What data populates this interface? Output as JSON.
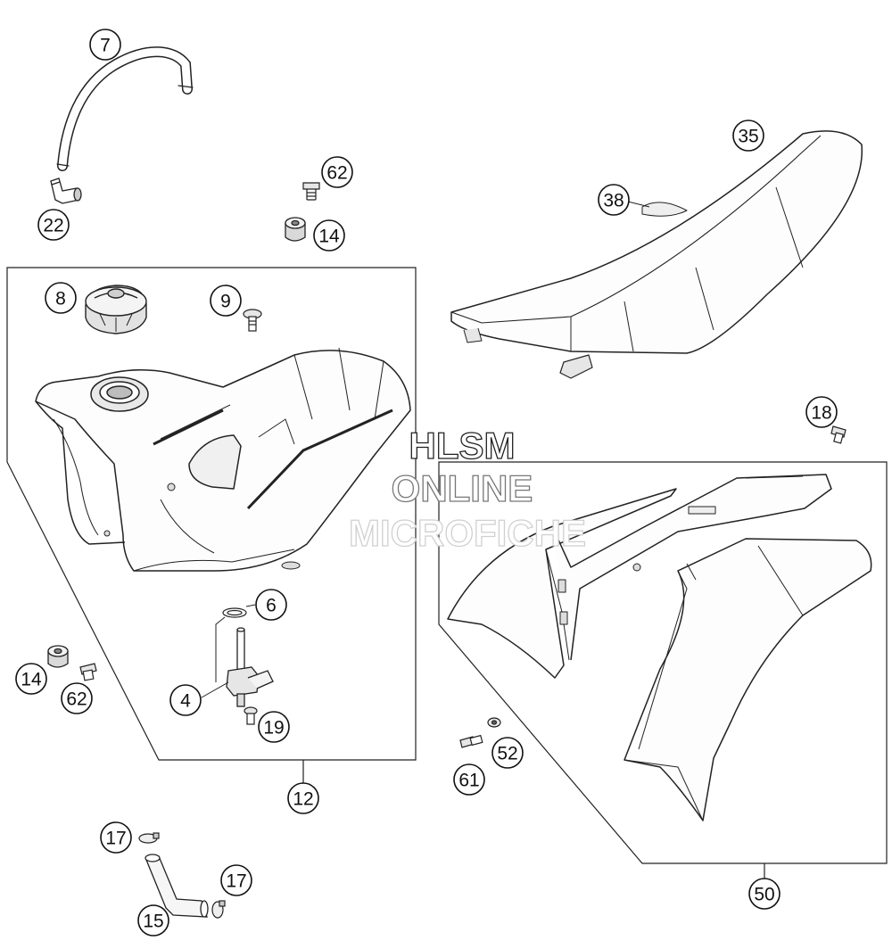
{
  "watermark": {
    "line1": "HLSM",
    "line2": "ONLINE",
    "line3": "MICROFICHE"
  },
  "callouts": [
    {
      "id": "c7",
      "label": "7"
    },
    {
      "id": "c22",
      "label": "22"
    },
    {
      "id": "c62a",
      "label": "62"
    },
    {
      "id": "c14a",
      "label": "14"
    },
    {
      "id": "c35",
      "label": "35"
    },
    {
      "id": "c38",
      "label": "38"
    },
    {
      "id": "c8",
      "label": "8"
    },
    {
      "id": "c9",
      "label": "9"
    },
    {
      "id": "c18",
      "label": "18"
    },
    {
      "id": "c6",
      "label": "6"
    },
    {
      "id": "c14b",
      "label": "14"
    },
    {
      "id": "c62b",
      "label": "62"
    },
    {
      "id": "c4",
      "label": "4"
    },
    {
      "id": "c19",
      "label": "19"
    },
    {
      "id": "c12",
      "label": "12"
    },
    {
      "id": "c52",
      "label": "52"
    },
    {
      "id": "c61",
      "label": "61"
    },
    {
      "id": "c17a",
      "label": "17"
    },
    {
      "id": "c17b",
      "label": "17"
    },
    {
      "id": "c15",
      "label": "15"
    },
    {
      "id": "c50",
      "label": "50"
    }
  ]
}
